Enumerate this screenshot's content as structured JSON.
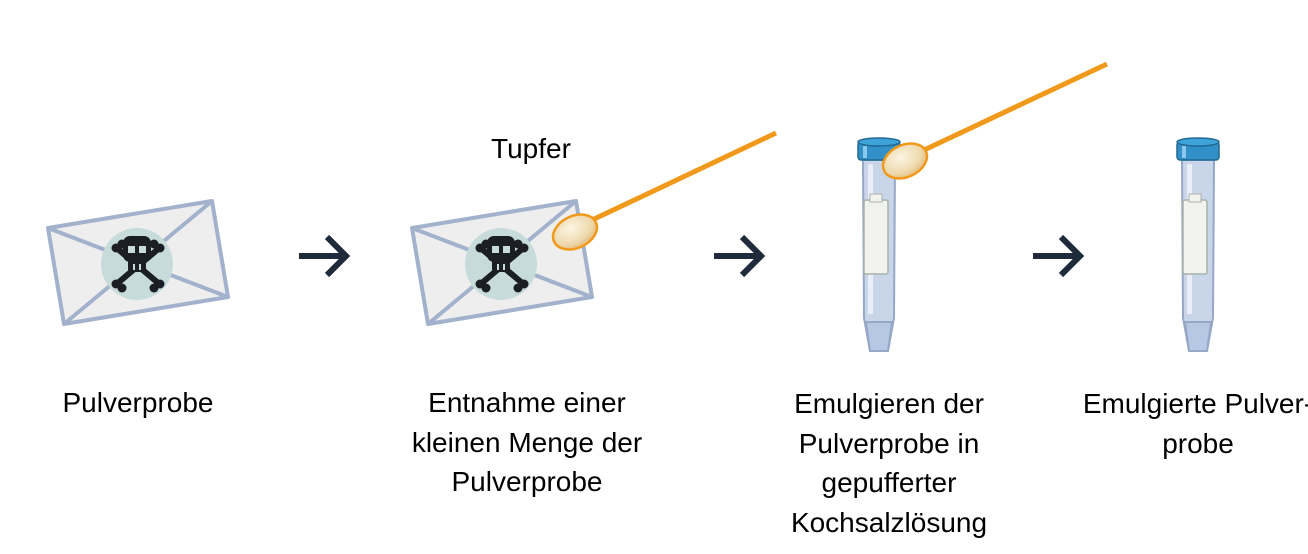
{
  "labels": {
    "swab": "Tupfer"
  },
  "steps": [
    {
      "caption": "Pulverprobe"
    },
    {
      "caption": "Entnahme einer kleinen Menge der Pulverprobe"
    },
    {
      "caption": "Emulgieren der Pulverprobe in gepufferter Kochsalzlösung"
    },
    {
      "caption": "Emulgierte Pulverprobe",
      "caption_line1": "Emulgierte Pulver-",
      "caption_line2": "probe"
    }
  ],
  "colors": {
    "envelope_fill": "#eeeeee",
    "envelope_stroke": "#a3b2cc",
    "seal": "#c7dbdb",
    "skull": "#1b1e24",
    "arrow": "#1f2b3a",
    "swab_stick": "#f0991b",
    "swab_head_light": "#fcf5e4",
    "swab_head_dark": "#ddb166",
    "tube_body": "#c9d6ea",
    "tube_outline": "#96a8c6",
    "tube_cap": "#3290c8",
    "tube_label": "#f2f2ee"
  }
}
